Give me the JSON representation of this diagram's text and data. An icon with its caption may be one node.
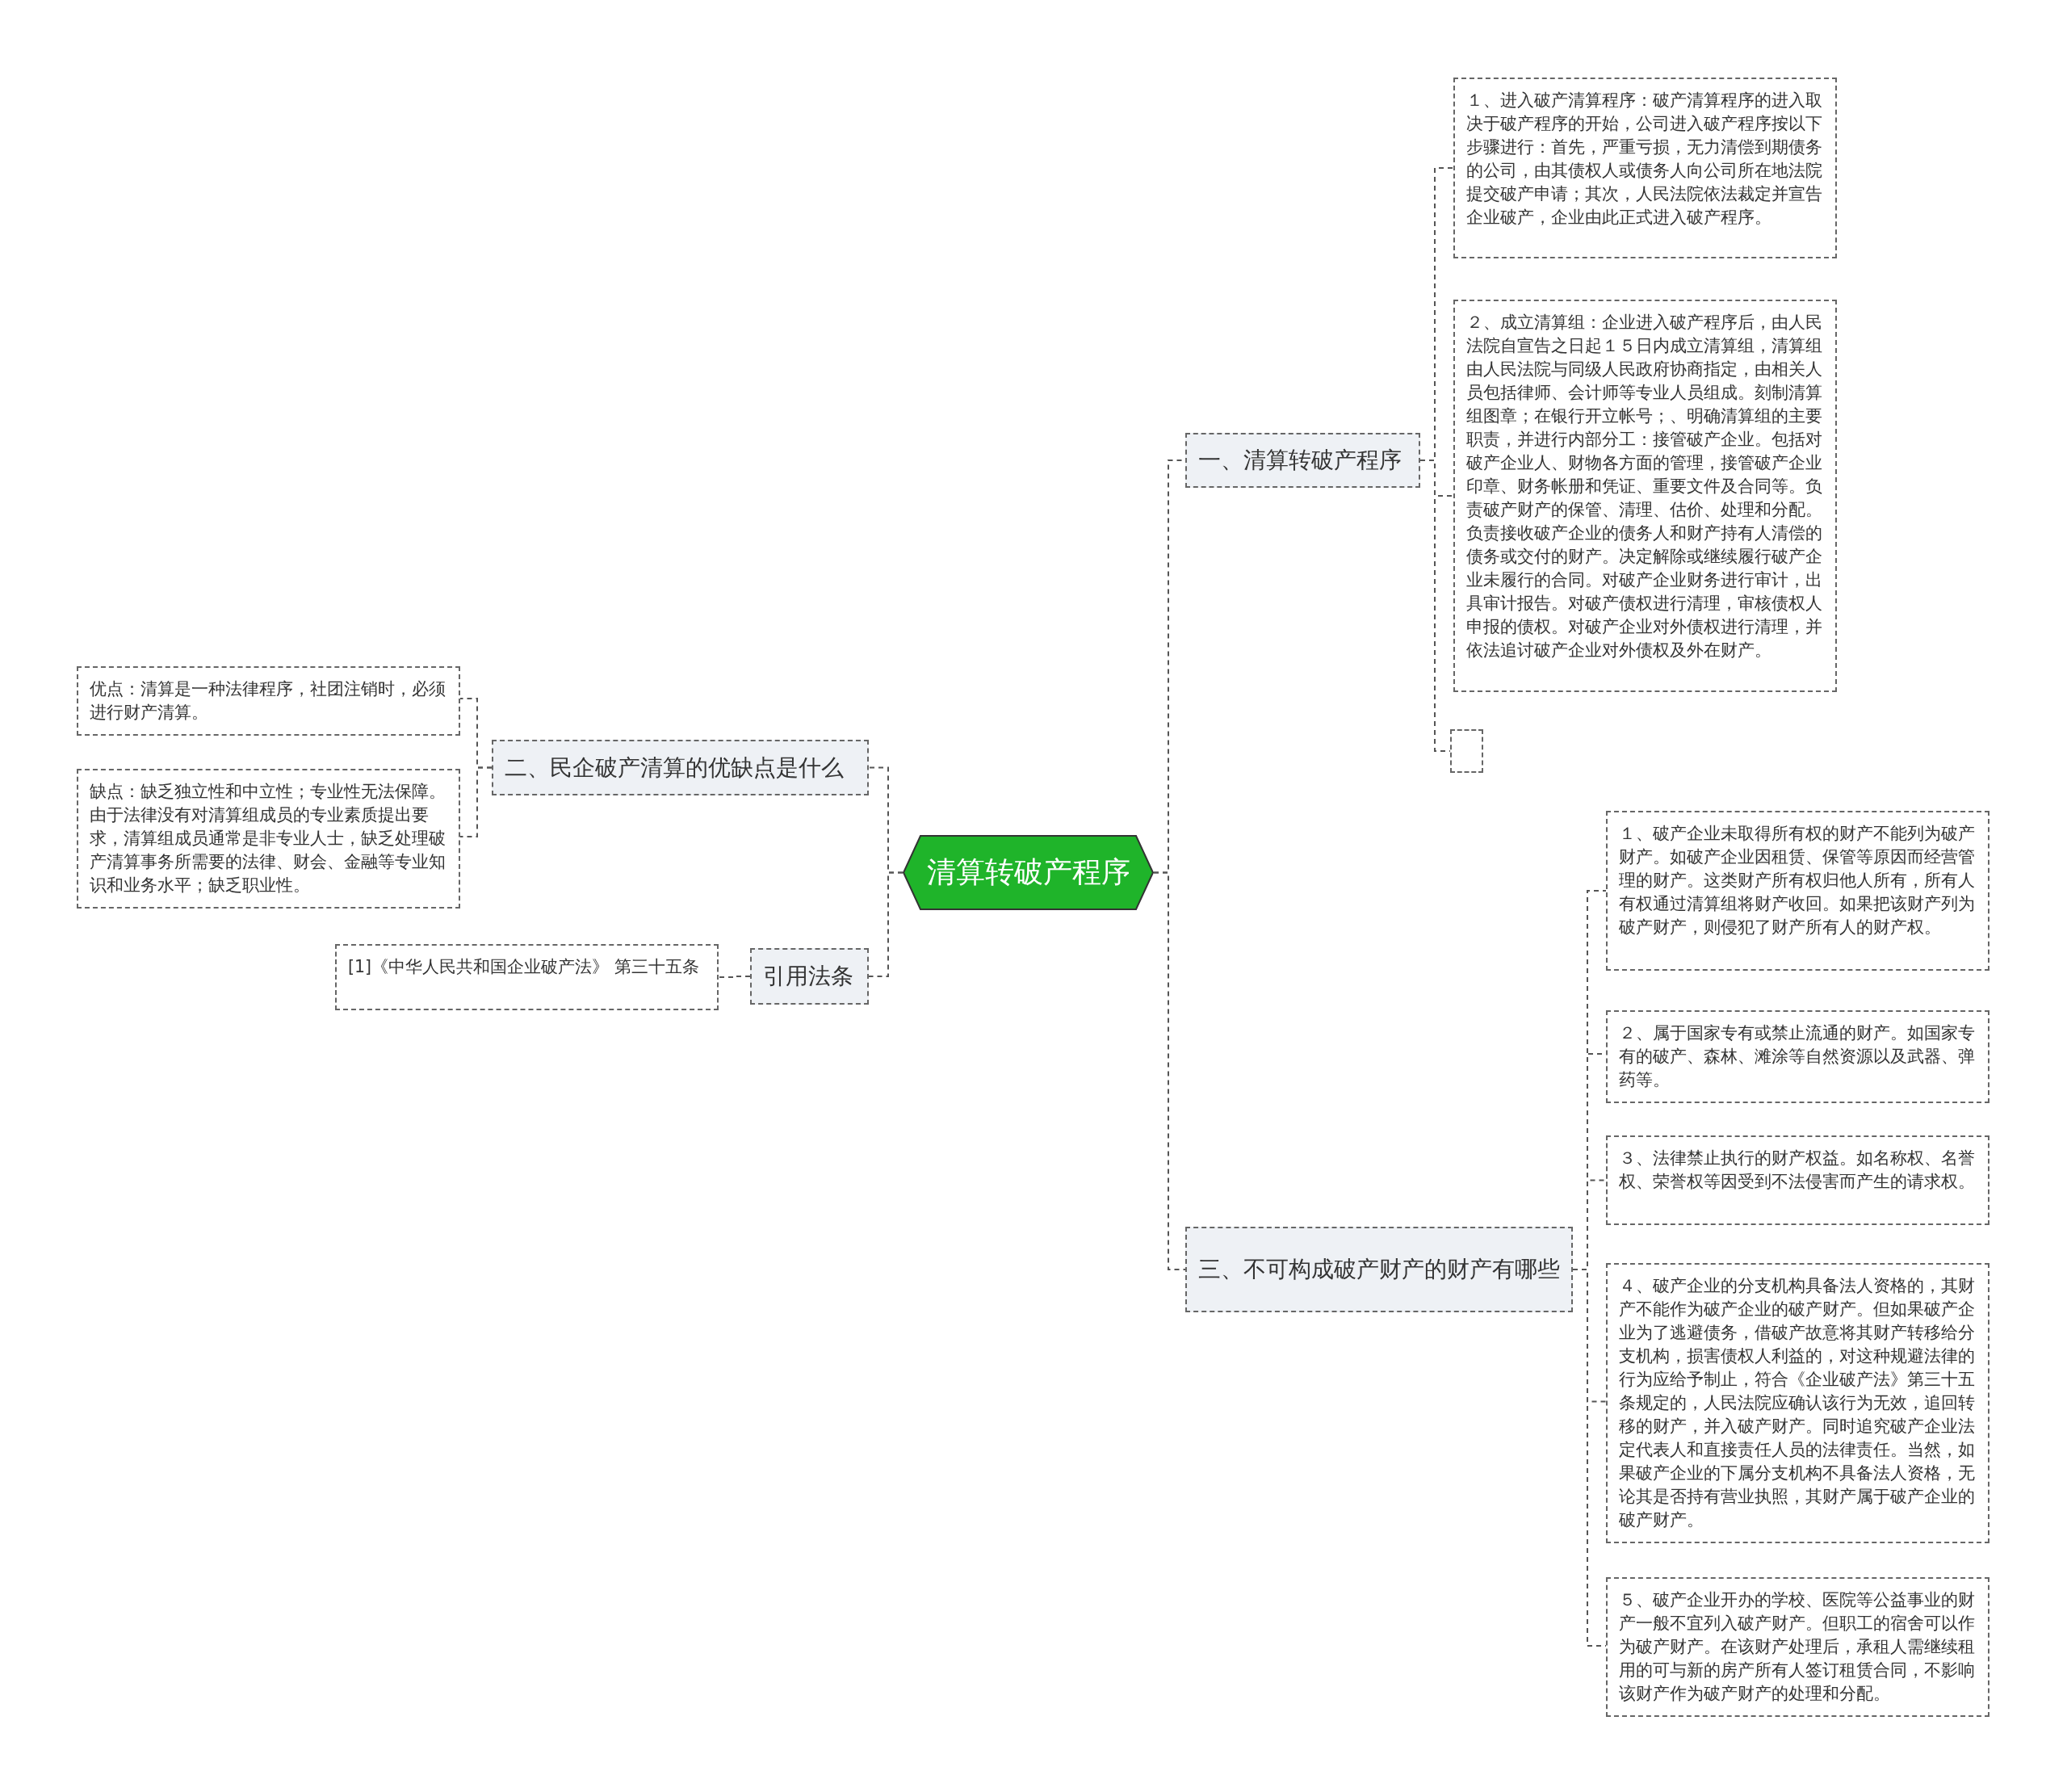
{
  "diagram": {
    "nodes": [
      {
        "text": [
          "清算转破产程序"
        ]
      },
      {
        "text": [
          "一、清算转破产程序"
        ]
      },
      {
        "text": [
          "１、进入破产清算程序：破产清算程序的进入取决于破产程序的开始，公司进入破产程序按以下步骤进行：首先，严重亏损，无力清偿到期债务的公司，由其债权人或债务人向公司所在地法院提交破产申请；其次，人民法院依法裁定并宣告企业破产，企业由此正式进入破产程序。"
        ]
      },
      {
        "text": [
          "２、成立清算组：企业进入破产程序后，由人民法院自宣告之日起１５日内成立清算组，清算组由人民法院与同级人民政府协商指定，由相关人员包括律师、会计师等专业人员组成。刻制清算组图章；在银行开立帐号；、明确清算组的主要职责，并进行内部分工：接管破产企业。包括对破产企业人、财物各方面的管理，接管破产企业印章、财务帐册和凭证、重要文件及合同等。负责破产财产的保管、清理、估价、处理和分配。负责接收破产企业的债务人和财产持有人清偿的债务或交付的财产。决定解除或继续履行破产企业未履行的合同。对破产企业财务进行审计，出具审计报告。对破产债权进行清理，审核债权人申报的债权。对破产企业对外债权进行清理，并依法追讨破产企业对外债权及外在财产。"
        ]
      },
      {
        "text": [],
        "shape": "box"
      },
      {
        "text": [
          "三、不可构成破产财产的财产有哪些"
        ]
      },
      {
        "text": [
          "１、破产企业未取得所有权的财产不能列为破产财产。如破产企业因租赁、保管等原因而经营管理的财产。这类财产所有权归他人所有，所有人有权通过清算组将财产收回。如果把该财产列为破产财产，则侵犯了财产所有人的财产权。"
        ]
      },
      {
        "text": [
          "２、属于国家专有或禁止流通的财产。如国家专有的破产、森林、滩涂等自然资源以及武器、弹药等。"
        ]
      },
      {
        "text": [
          "３、法律禁止执行的财产权益。如名称权、名誉权、荣誉权等因受到不法侵害而产生的请求权。"
        ]
      },
      {
        "text": [
          "４、破产企业的分支机构具备法人资格的，其财产不能作为破产企业的破产财产。但如果破产企业为了逃避债务，借破产故意将其财产转移给分支机构，损害债权人利益的，对这种规避法律的行为应给予制止，符合《企业破产法》第三十五条规定的，人民法院应确认该行为无效，追回转移的财产，并入破产财产。同时追究破产企业法定代表人和直接责任人员的法律责任。当然，如果破产企业的下属分支机构不具备法人资格，无论其是否持有营业执照，其财产属于破产企业的破产财产。"
        ]
      },
      {
        "text": [
          "５、破产企业开办的学校、医院等公益事业的财产一般不宜列入破产财产。但职工的宿舍可以作为破产财产。在该财产处理后，承租人需继续租用的可与新的房产所有人签订租赁合同，不影响该财产作为破产财产的处理和分配。"
        ]
      },
      {
        "text": [
          "二、民企破产清算的优缺点是什么"
        ]
      },
      {
        "text": [
          "优点：清算是一种法律程序，社团注销时，必须进行财产清算。"
        ]
      },
      {
        "text": [
          "缺点：缺乏独立性和中立性；专业性无法保障。由于法律没有对清算组成员的专业素质提出要求，清算组成员通常是非专业人士，缺乏处理破产清算事务所需要的法律、财会、金融等专业知识和业务水平；缺乏职业性。"
        ]
      },
      {
        "text": [
          "引用法条"
        ]
      },
      {
        "text": [
          "[1]《中华人民共和国企业破产法》 第三十五条"
        ]
      }
    ],
    "edges": [
      {
        "from": 0,
        "to": 1,
        "arrow": "none"
      },
      {
        "from": 0,
        "to": 5,
        "arrow": "none"
      },
      {
        "from": 0,
        "to": 11,
        "arrow": "none"
      },
      {
        "from": 0,
        "to": 14,
        "arrow": "none"
      },
      {
        "from": 1,
        "to": 2,
        "arrow": "none"
      },
      {
        "from": 1,
        "to": 3,
        "arrow": "none"
      },
      {
        "from": 1,
        "to": 4,
        "arrow": "none"
      },
      {
        "from": 5,
        "to": 6,
        "arrow": "none"
      },
      {
        "from": 5,
        "to": 7,
        "arrow": "none"
      },
      {
        "from": 5,
        "to": 8,
        "arrow": "none"
      },
      {
        "from": 5,
        "to": 9,
        "arrow": "none"
      },
      {
        "from": 5,
        "to": 10,
        "arrow": "none"
      },
      {
        "from": 11,
        "to": 12,
        "arrow": "none"
      },
      {
        "from": 11,
        "to": 13,
        "arrow": "none"
      },
      {
        "from": 14,
        "to": 15,
        "arrow": "none"
      }
    ]
  }
}
